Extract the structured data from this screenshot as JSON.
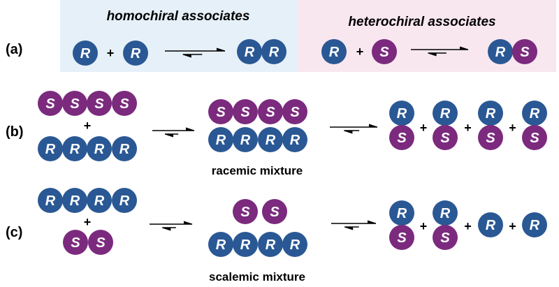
{
  "colors": {
    "R": "#2a5894",
    "S": "#7b2a7e",
    "homo_bg": "#e6f0f9",
    "hetero_bg": "#f9e7f0",
    "text": "#000000"
  },
  "panel_a": {
    "label": "(a)",
    "homochiral": {
      "title": "homochiral associates",
      "reactants": [
        "R",
        "R"
      ],
      "plus": "+",
      "product": [
        "R",
        "R"
      ]
    },
    "heterochiral": {
      "title": "heterochiral associates",
      "reactants": [
        "R",
        "S"
      ],
      "plus": "+",
      "product": [
        "R",
        "S"
      ]
    }
  },
  "panel_b": {
    "label": "(b)",
    "reactants": {
      "top": [
        "S",
        "S",
        "S",
        "S"
      ],
      "plus": "+",
      "bottom": [
        "R",
        "R",
        "R",
        "R"
      ]
    },
    "middle": {
      "top": [
        "S",
        "S",
        "S",
        "S"
      ],
      "bottom": [
        "R",
        "R",
        "R",
        "R"
      ],
      "caption": "racemic mixture"
    },
    "products": [
      [
        "R",
        "S"
      ],
      [
        "R",
        "S"
      ],
      [
        "R",
        "S"
      ],
      [
        "R",
        "S"
      ]
    ],
    "plus": "+"
  },
  "panel_c": {
    "label": "(c)",
    "reactants": {
      "top": [
        "R",
        "R",
        "R",
        "R"
      ],
      "plus": "+",
      "bottom": [
        "S",
        "S"
      ]
    },
    "middle": {
      "top": [
        "S",
        "S"
      ],
      "bottom": [
        "R",
        "R",
        "R",
        "R"
      ],
      "caption": "scalemic mixture"
    },
    "products": [
      [
        "R",
        "S"
      ],
      [
        "R",
        "S"
      ],
      [
        "R"
      ],
      [
        "R"
      ]
    ],
    "plus": "+"
  }
}
